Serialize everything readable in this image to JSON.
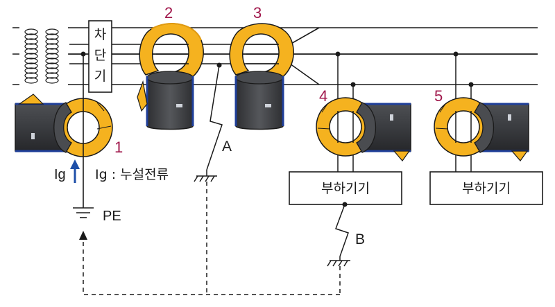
{
  "labels": {
    "breaker_chars": [
      "차",
      "단",
      "기"
    ],
    "clamp_numbers": [
      "1",
      "2",
      "3",
      "4",
      "5"
    ],
    "fault_a": "A",
    "fault_b": "B",
    "ig_symbol": "Ig",
    "ig_caption": "Ig : 누설전류",
    "pe": "PE",
    "load": "부하기기",
    "load_2": "부하기기"
  },
  "colors": {
    "wire": "#1a1a1a",
    "clamp_jaw": "#f5b21f",
    "clamp_jaw_dark": "#e09a10",
    "clamp_body": "#3b3d40",
    "clamp_body_light": "#5a5c60",
    "clamp_stripe": "#1f3f9a",
    "number_color": "#a0174b",
    "arrow_color": "#1e4fa8"
  },
  "icons": {
    "transformer": "transformer-coils-icon",
    "ground": "ground-symbol-icon",
    "fault": "lightning-fault-icon",
    "clamp": "clamp-meter-icon"
  }
}
